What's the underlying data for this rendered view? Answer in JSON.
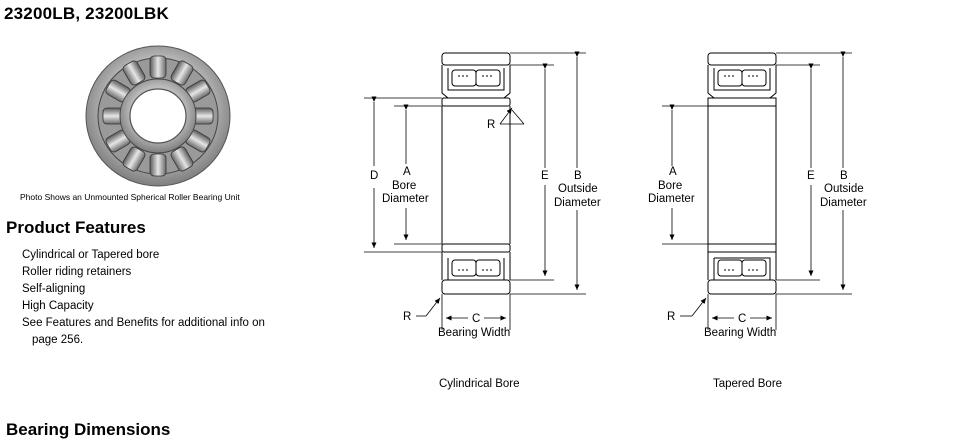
{
  "header": {
    "title": "23200LB, 23200LBK"
  },
  "photo": {
    "caption": "Photo Shows an Unmounted Spherical Roller Bearing Unit"
  },
  "features": {
    "heading": "Product Features",
    "items": [
      "Cylindrical or Tapered bore",
      "Roller riding retainers",
      "Self-aligning",
      "High Capacity",
      "See Features and Benefits for additional info on",
      "page 256."
    ]
  },
  "diagrams": {
    "cylindrical": {
      "caption": "Cylindrical Bore",
      "labels": {
        "D": "D",
        "A": "A",
        "bore1": "Bore",
        "bore2": "Diameter",
        "E": "E",
        "B": "B",
        "outside1": "Outside",
        "outside2": "Diameter",
        "R_top": "R",
        "R_bottom": "R",
        "C": "C",
        "width": "Bearing Width"
      }
    },
    "tapered": {
      "caption": "Tapered Bore",
      "labels": {
        "A": "A",
        "bore1": "Bore",
        "bore2": "Diameter",
        "E": "E",
        "B": "B",
        "outside1": "Outside",
        "outside2": "Diameter",
        "R": "R",
        "C": "C",
        "width": "Bearing Width"
      }
    }
  },
  "dimensions": {
    "heading": "Bearing Dimensions"
  }
}
